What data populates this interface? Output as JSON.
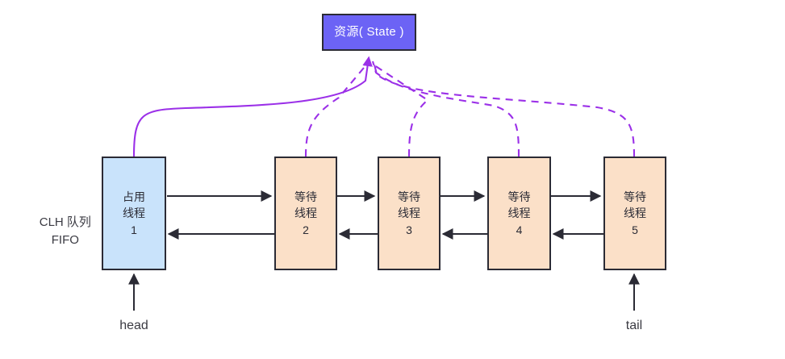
{
  "diagram": {
    "title_node": {
      "label": "资源( State )",
      "fill": "#6c63f5",
      "stroke": "#2b2b35",
      "text_color": "#ffffff"
    },
    "queue_label": {
      "line1": "CLH 队列",
      "line2": "FIFO"
    },
    "pointers": [
      {
        "name": "head",
        "label": "head"
      },
      {
        "name": "tail",
        "label": "tail"
      }
    ],
    "nodes": [
      {
        "id": 1,
        "line1": "占用",
        "line2": "线程",
        "line3": "1",
        "fill": "#c9e3fb",
        "state": "holding",
        "link_style": "solid"
      },
      {
        "id": 2,
        "line1": "等待",
        "line2": "线程",
        "line3": "2",
        "fill": "#fbe0c8",
        "state": "waiting",
        "link_style": "dashed"
      },
      {
        "id": 3,
        "line1": "等待",
        "line2": "线程",
        "line3": "3",
        "fill": "#fbe0c8",
        "state": "waiting",
        "link_style": "dashed"
      },
      {
        "id": 4,
        "line1": "等待",
        "line2": "线程",
        "line3": "4",
        "fill": "#fbe0c8",
        "state": "waiting",
        "link_style": "dashed"
      },
      {
        "id": 5,
        "line1": "等待",
        "line2": "线程",
        "line3": "5",
        "fill": "#fbe0c8",
        "state": "waiting",
        "link_style": "dashed"
      }
    ],
    "colors": {
      "resource_link": "#9b30e8",
      "queue_arrow": "#2b2b35",
      "node_stroke": "#2b2b35",
      "text": "#3a3a42"
    }
  }
}
